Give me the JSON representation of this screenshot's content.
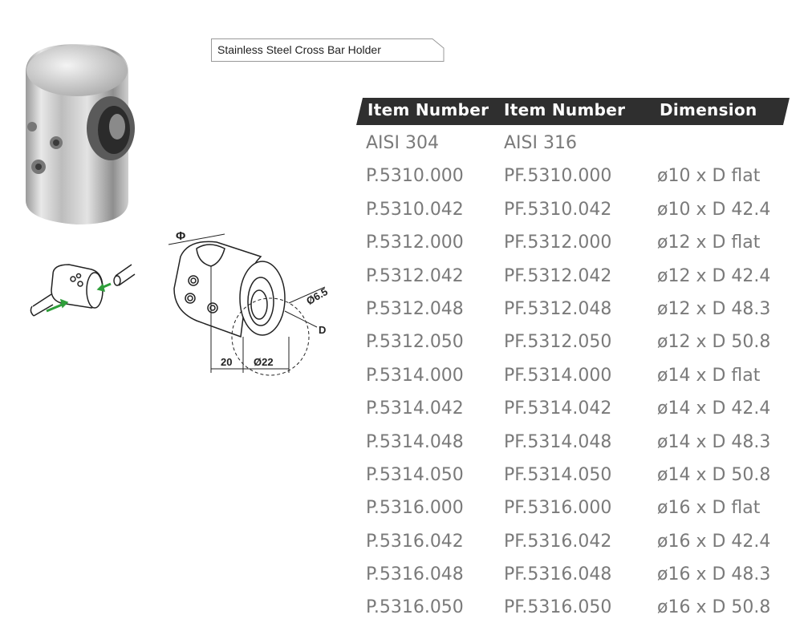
{
  "title": "Stainless Steel Cross Bar Holder",
  "dimensions_labels": {
    "phi": "Φ",
    "d65": "Ø6.5",
    "d": "D",
    "w20": "20",
    "d22": "Ø22"
  },
  "table": {
    "headers": [
      "Item Number",
      "Item Number",
      "Dimension"
    ],
    "rows": [
      [
        "AISI 304",
        "AISI 316",
        ""
      ],
      [
        "P.5310.000",
        "PF.5310.000",
        "ø10 x D flat"
      ],
      [
        "P.5310.042",
        "PF.5310.042",
        "ø10 x D 42.4"
      ],
      [
        "P.5312.000",
        "PF.5312.000",
        "ø12 x D flat"
      ],
      [
        "P.5312.042",
        "PF.5312.042",
        "ø12 x D 42.4"
      ],
      [
        "P.5312.048",
        "PF.5312.048",
        "ø12 x D 48.3"
      ],
      [
        "P.5312.050",
        "PF.5312.050",
        "ø12 x D 50.8"
      ],
      [
        "P.5314.000",
        "PF.5314.000",
        "ø14 x D flat"
      ],
      [
        "P.5314.042",
        "PF.5314.042",
        "ø14 x D 42.4"
      ],
      [
        "P.5314.048",
        "PF.5314.048",
        "ø14 x D 48.3"
      ],
      [
        "P.5314.050",
        "PF.5314.050",
        "ø14 x D 50.8"
      ],
      [
        "P.5316.000",
        "PF.5316.000",
        "ø16 x D flat"
      ],
      [
        "P.5316.042",
        "PF.5316.042",
        "ø16 x D 42.4"
      ],
      [
        "P.5316.048",
        "PF.5316.048",
        "ø16 x D 48.3"
      ],
      [
        "P.5316.050",
        "PF.5316.050",
        "ø16 x D 50.8"
      ]
    ]
  },
  "colors": {
    "header_bg": "#2f2f2f",
    "header_text": "#ffffff",
    "cell_text": "#7a7a7a",
    "arrow": "#2e9e3a"
  }
}
